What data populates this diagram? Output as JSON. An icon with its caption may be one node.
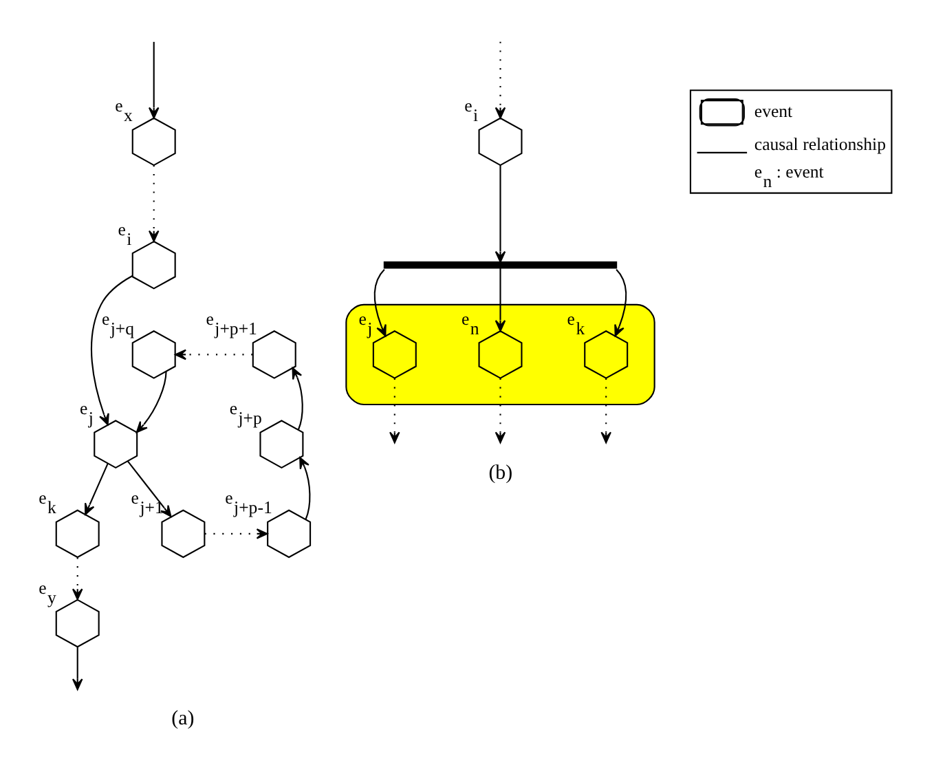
{
  "diagram": {
    "nodes": [
      {
        "text": [],
        "shape": "hexagon",
        "beside": [
          "e$_{x}$"
        ]
      },
      {
        "text": [],
        "shape": "hexagon",
        "beside": [
          "e$_{i}$"
        ]
      },
      {
        "text": [],
        "shape": "hexagon",
        "beside": [
          "e$_{j}$"
        ]
      },
      {
        "text": [],
        "shape": "hexagon",
        "beside": [
          "e$_{k}$"
        ]
      },
      {
        "text": [],
        "shape": "hexagon",
        "beside": [
          "e$_{y}$"
        ]
      },
      {
        "text": [],
        "shape": "hexagon",
        "beside": [
          "e$_{j+q}$"
        ]
      },
      {
        "text": [],
        "shape": "hexagon",
        "beside": [
          "e$_{j+1}$"
        ]
      },
      {
        "text": [],
        "shape": "hexagon",
        "beside": [
          "e$_{j+p+1}$"
        ]
      },
      {
        "text": [],
        "shape": "hexagon",
        "beside": [
          "e$_{j+p}$"
        ]
      },
      {
        "text": [],
        "shape": "hexagon",
        "beside": [
          "e$_{j+p-1}$"
        ]
      },
      {
        "text": [],
        "shape": "hexagon",
        "beside": [
          "e$_{i}$"
        ]
      },
      {
        "text": [],
        "shape": "bar"
      },
      {
        "text": [],
        "shape": "box"
      },
      {
        "text": [],
        "shape": "hexagon",
        "beside": [
          "e$_{j}$"
        ],
        "in": 12
      },
      {
        "text": [],
        "shape": "hexagon",
        "beside": [
          "e$_{n}$"
        ],
        "in": 12
      },
      {
        "text": [],
        "shape": "hexagon",
        "beside": [
          "e$_{k}$"
        ],
        "in": 12
      }
    ],
    "edges": [
      {
        "from": null,
        "to": 0,
        "arrow": "to"
      },
      {
        "from": 0,
        "to": 1,
        "arrow": "to",
        "style": "dashed"
      },
      {
        "from": 1,
        "to": 2,
        "arrow": "to"
      },
      {
        "from": 2,
        "to": 3,
        "arrow": "to"
      },
      {
        "from": 3,
        "to": 4,
        "arrow": "to",
        "style": "dashed"
      },
      {
        "from": 4,
        "to": null,
        "arrow": "to"
      },
      {
        "from": 2,
        "to": 6,
        "arrow": "to"
      },
      {
        "from": 6,
        "to": 9,
        "arrow": "to",
        "style": "dashed"
      },
      {
        "from": 9,
        "to": 8,
        "arrow": "to"
      },
      {
        "from": 8,
        "to": 7,
        "arrow": "to"
      },
      {
        "from": 7,
        "to": 5,
        "arrow": "to",
        "style": "dashed"
      },
      {
        "from": 5,
        "to": 2,
        "arrow": "to"
      },
      {
        "from": null,
        "to": 10,
        "arrow": "to",
        "style": "dashed"
      },
      {
        "from": 10,
        "to": 11,
        "arrow": "to"
      },
      {
        "from": 11,
        "to": 13,
        "arrow": "to"
      },
      {
        "from": 11,
        "to": 14,
        "arrow": "to"
      },
      {
        "from": 11,
        "to": 15,
        "arrow": "to"
      },
      {
        "from": 13,
        "to": null,
        "arrow": "to",
        "style": "dashed"
      },
      {
        "from": 14,
        "to": null,
        "arrow": "to",
        "style": "dashed"
      },
      {
        "from": 15,
        "to": null,
        "arrow": "to",
        "style": "dashed"
      }
    ],
    "labels": [
      "(a)",
      "(b)"
    ],
    "legend": [
      {
        "text": "event"
      },
      {
        "text": "causal relationship"
      },
      {
        "text": "e$_{n}$ : event"
      }
    ]
  }
}
